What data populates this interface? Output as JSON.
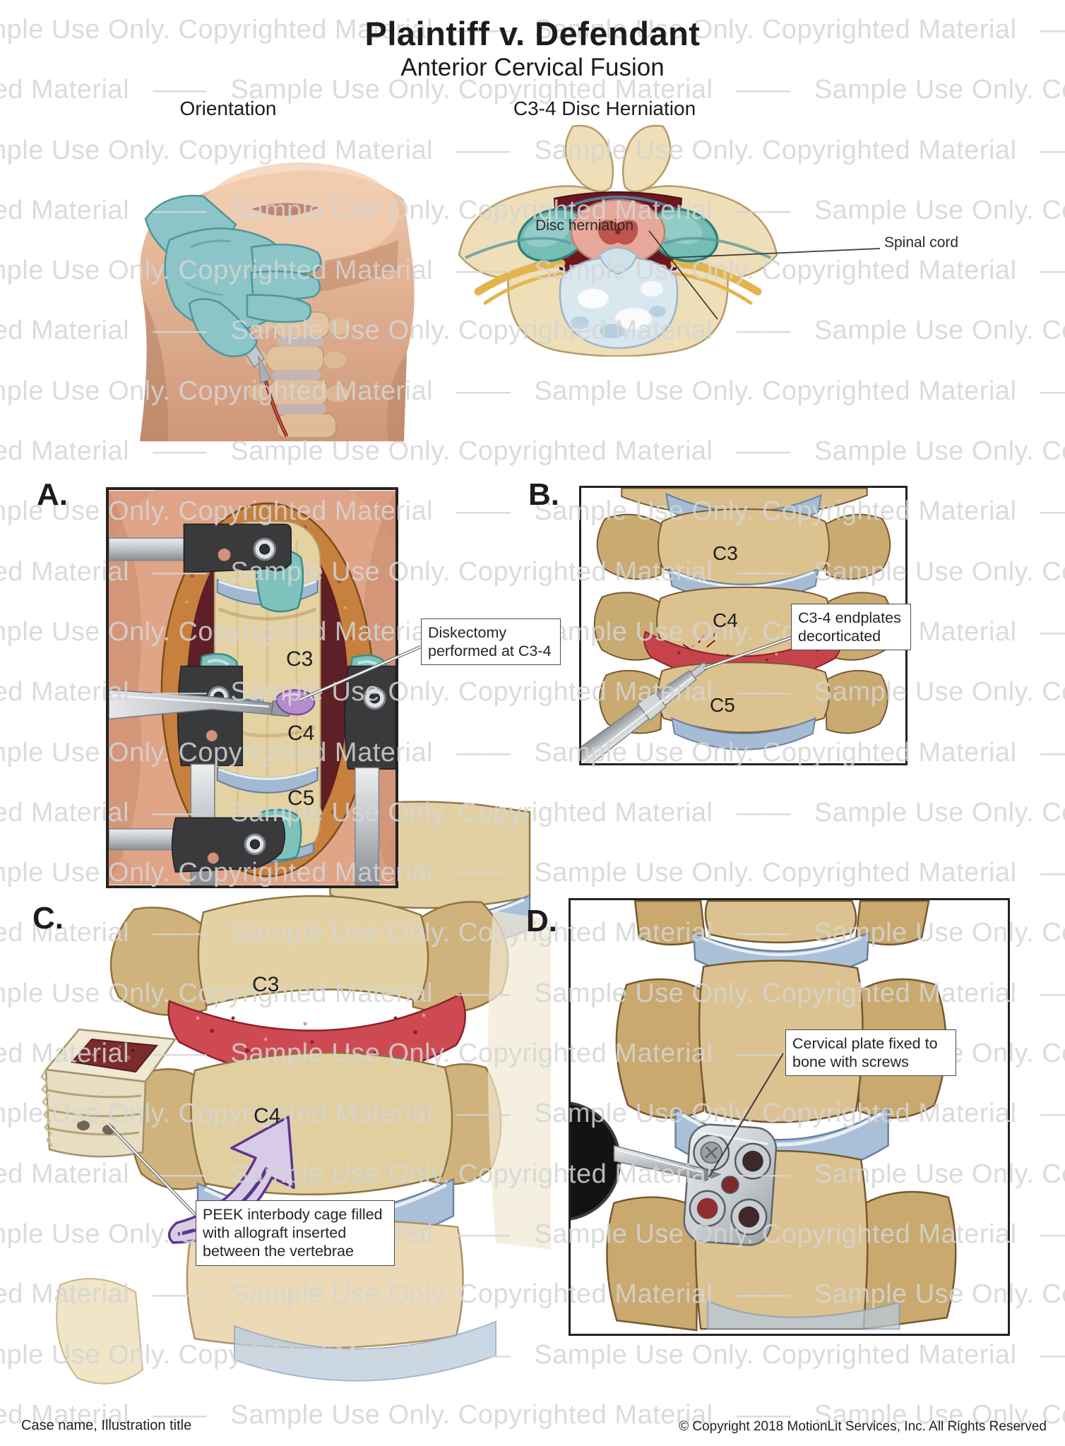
{
  "header": {
    "title": "Plaintiff v. Defendant",
    "subtitle": "Anterior Cervical Fusion"
  },
  "sections": {
    "orientation_heading": "Orientation",
    "herniation_heading": "C3-4 Disc Herniation"
  },
  "herniation": {
    "disc_label": "Disc herniation",
    "cord_label": "Spinal cord"
  },
  "panels": {
    "a": {
      "letter": "A.",
      "vertebrae": [
        "C3",
        "C4",
        "C5"
      ],
      "callout": "Diskectomy performed at C3-4"
    },
    "b": {
      "letter": "B.",
      "vertebrae": [
        "C3",
        "C4",
        "C5"
      ],
      "callout": "C3-4 endplates decorticated"
    },
    "c": {
      "letter": "C.",
      "vertebrae": [
        "C3",
        "C4"
      ],
      "callout": "PEEK interbody cage filled with allograft inserted between the vertebrae"
    },
    "d": {
      "letter": "D.",
      "callout": "Cervical plate fixed to bone with screws"
    }
  },
  "watermark": {
    "phrase": "Sample Use Only. Copyrighted Material",
    "line": "Sample Use Only. Copyrighted Material   ——   Sample Use Only. Copyrighted Material   ——   Sample Use Only. Copyrighted Material   ——   Sample Use Only. Copyrighted Material"
  },
  "footer": {
    "left": "Case name, Illustration title",
    "right": "© Copyright 2018 MotionLit Services, Inc. All Rights Reserved"
  },
  "colors": {
    "bone_cream": "#e3d0a2",
    "bone_tan": "#d9be8b",
    "disc_blue": "#a6bcd4",
    "retractor_teal": "#7fc2bb",
    "decorticated_red": "#c7434c",
    "wound_dark_red": "#5e1f26",
    "fat_orange": "#c8803f",
    "skin_pink": "#dc9d80",
    "disc_fragment_purple": "#b68ccd",
    "arrow_purple": "#5b3590",
    "instrument_silver": "#c3c8cc",
    "hardware_black": "#3a3a3c",
    "glove_teal": "#8cc5c7",
    "spinal_cord_pink": "#e6a89a",
    "nerve_yellow": "#e2b54c",
    "watermark_gray": "#d5d5d5"
  }
}
